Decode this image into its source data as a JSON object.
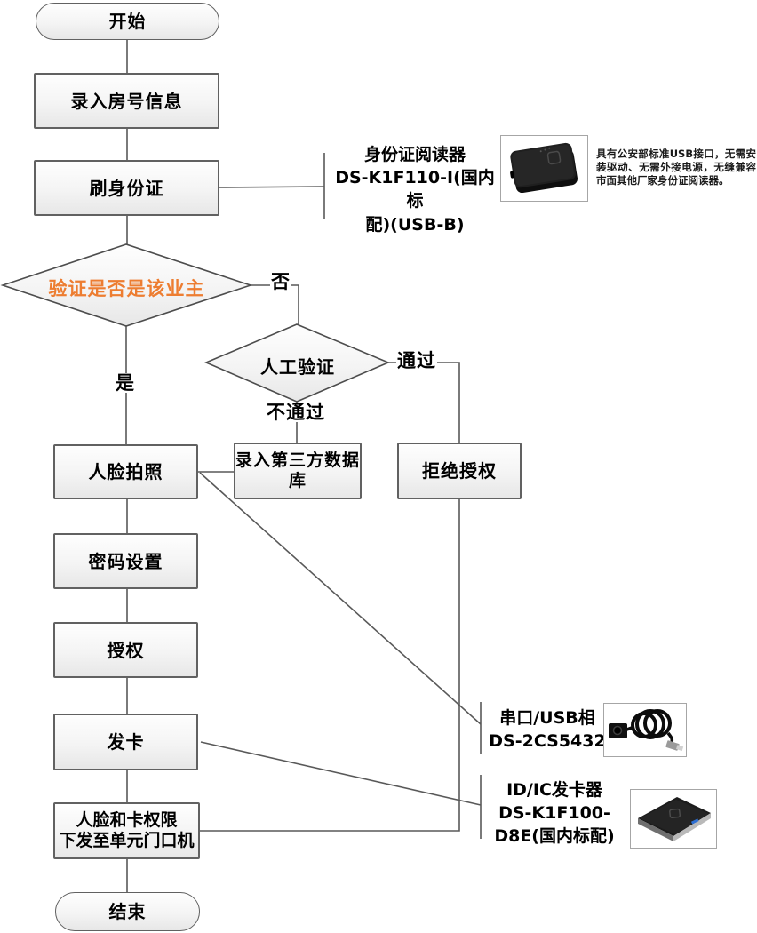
{
  "flowchart": {
    "nodes": {
      "start": {
        "label": "开始"
      },
      "enter_room_info": {
        "label": "录入房号信息"
      },
      "swipe_id_card": {
        "label": "刷身份证"
      },
      "verify_owner": {
        "label": "验证是否是该业主"
      },
      "manual_verification": {
        "label": "人工验证"
      },
      "enter_third_party_db": {
        "lines": [
          "录入第三方数据",
          "库"
        ]
      },
      "deny_authorization": {
        "label": "拒绝授权"
      },
      "face_photo": {
        "label": "人脸拍照"
      },
      "password_setting": {
        "label": "密码设置"
      },
      "authorize": {
        "label": "授权"
      },
      "issue_card": {
        "label": "发卡"
      },
      "send_permissions": {
        "lines": [
          "人脸和卡权限",
          "下发至单元门口机"
        ]
      },
      "end": {
        "label": "结束"
      }
    },
    "edge_labels": {
      "no": "否",
      "yes": "是",
      "pass": "通过",
      "fail": "不通过"
    }
  },
  "annotations": {
    "id_card_reader": {
      "title_lines": [
        "身份证阅读器",
        "DS-K1F110-I(国内标",
        "配)(USB-B)"
      ],
      "description": "具有公安部标准USB接口，无需安装驱动、无需外接电源，无缝兼容市面其他厂家身份证阅读器。",
      "image": "id-card-reader-photo"
    },
    "usb_camera": {
      "title_lines": [
        "串口/USB相",
        "DS-2CS5432"
      ],
      "image": "usb-camera-photo"
    },
    "card_issuer": {
      "title_lines": [
        "ID/IC发卡器",
        "DS-K1F100-",
        "D8E(国内标配)"
      ],
      "image": "card-issuer-photo"
    }
  },
  "colors": {
    "decision_text": "#ED7D31",
    "line": "#595959",
    "node_border": "#616161"
  }
}
